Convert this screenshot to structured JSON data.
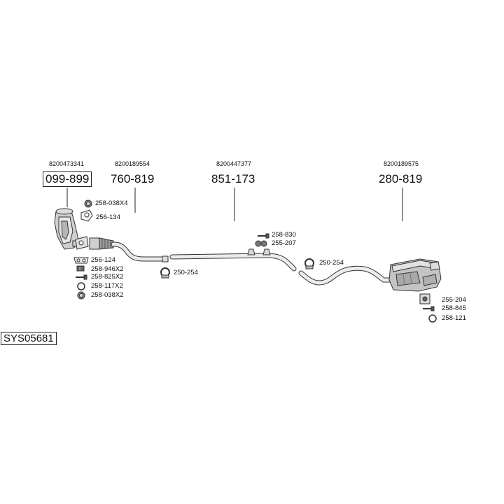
{
  "system_code": "SYS05681",
  "main_parts": [
    {
      "oem": "8200473341",
      "part": "099-899",
      "boxed": true
    },
    {
      "oem": "8200189554",
      "part": "760-819"
    },
    {
      "oem": "8200447377",
      "part": "851-173"
    },
    {
      "oem": "8200189575",
      "part": "280-819"
    }
  ],
  "fittings": {
    "cat_clamp": "258-038X4",
    "cat_gasket": "256-134",
    "flange_gasket": "256-124",
    "bolts_a": "258-946X2",
    "bolts_b": "258-825X2",
    "ring_a": "258-117X2",
    "nut_a": "258-038X2",
    "clamp_1": "250-254",
    "bolt_mid": "258-830",
    "hanger_mid": "255-207",
    "clamp_2": "250-254",
    "hanger_rear": "255-204",
    "bolt_rear": "258-845",
    "ring_rear": "258-121"
  }
}
